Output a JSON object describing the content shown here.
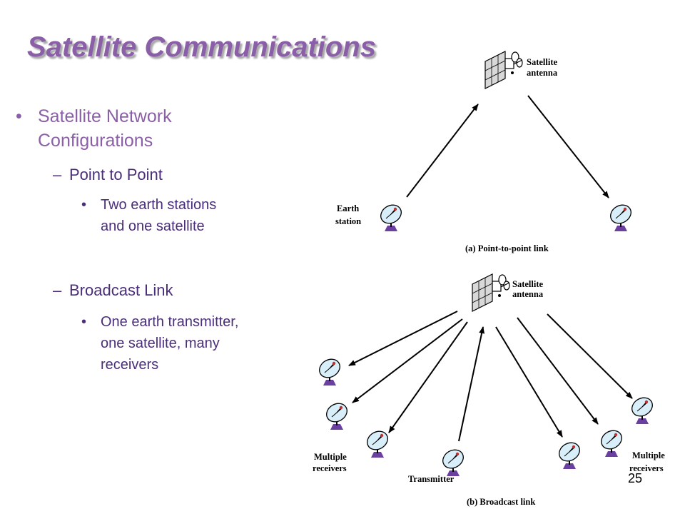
{
  "slide": {
    "title": "Satellite Communications",
    "page_number": "25"
  },
  "bullets": {
    "main": "Satellite Network Configurations",
    "point_to_point": {
      "heading": "Point to Point",
      "detail_lines": [
        "Two earth stations",
        "and one satellite"
      ]
    },
    "broadcast": {
      "heading": "Broadcast Link",
      "detail_lines": [
        "One earth transmitter,",
        "one satellite, many",
        "receivers"
      ]
    }
  },
  "diagram": {
    "top": {
      "satellite_label": [
        "Satellite",
        "antenna"
      ],
      "earth_label": [
        "Earth",
        "station"
      ],
      "caption": "(a) Point-to-point link"
    },
    "bottom": {
      "satellite_label": [
        "Satellite",
        "antenna"
      ],
      "left_receivers_label": [
        "Multiple",
        "receivers"
      ],
      "right_receivers_label": [
        "Multiple",
        "receivers"
      ],
      "transmitter_label": "Transmitter",
      "caption": "(b) Broadcast link"
    }
  },
  "colors": {
    "title": "#8b5fa8",
    "bullet_main": "#8b5fa8",
    "bullet_sub": "#4a2e7a",
    "dish_base": "#6a3fa0"
  }
}
